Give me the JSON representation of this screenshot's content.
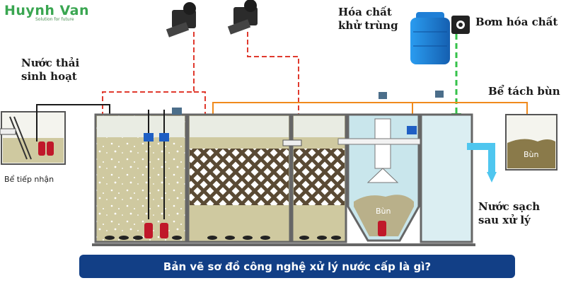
{
  "brand": {
    "name": "Huynh Van",
    "tagline": "Solution for future"
  },
  "labels": {
    "chemical": [
      "Hóa chất",
      "khử trùng"
    ],
    "chemical_pump": "Bơm hóa chất",
    "wastewater": [
      "Nước thải",
      "sinh hoạt"
    ],
    "sludge_tank": "Bể tách bùn",
    "receiving_tank": "Bể tiếp nhận",
    "clean_water": [
      "Nước sạch",
      "sau xử lý"
    ],
    "sludge_text": "Bùn"
  },
  "caption": "Bản vẽ sơ đồ công nghệ xử lý nước cấp là gì?",
  "colors": {
    "brand_green": "#3aa651",
    "caption_bg": "#123f86",
    "air_line": "#e03a2e",
    "sludge_line": "#f08a1c",
    "chemical_line": "#35c24a",
    "tank_blue": "#1f7fd6",
    "sludge": "#8a7a4a"
  }
}
